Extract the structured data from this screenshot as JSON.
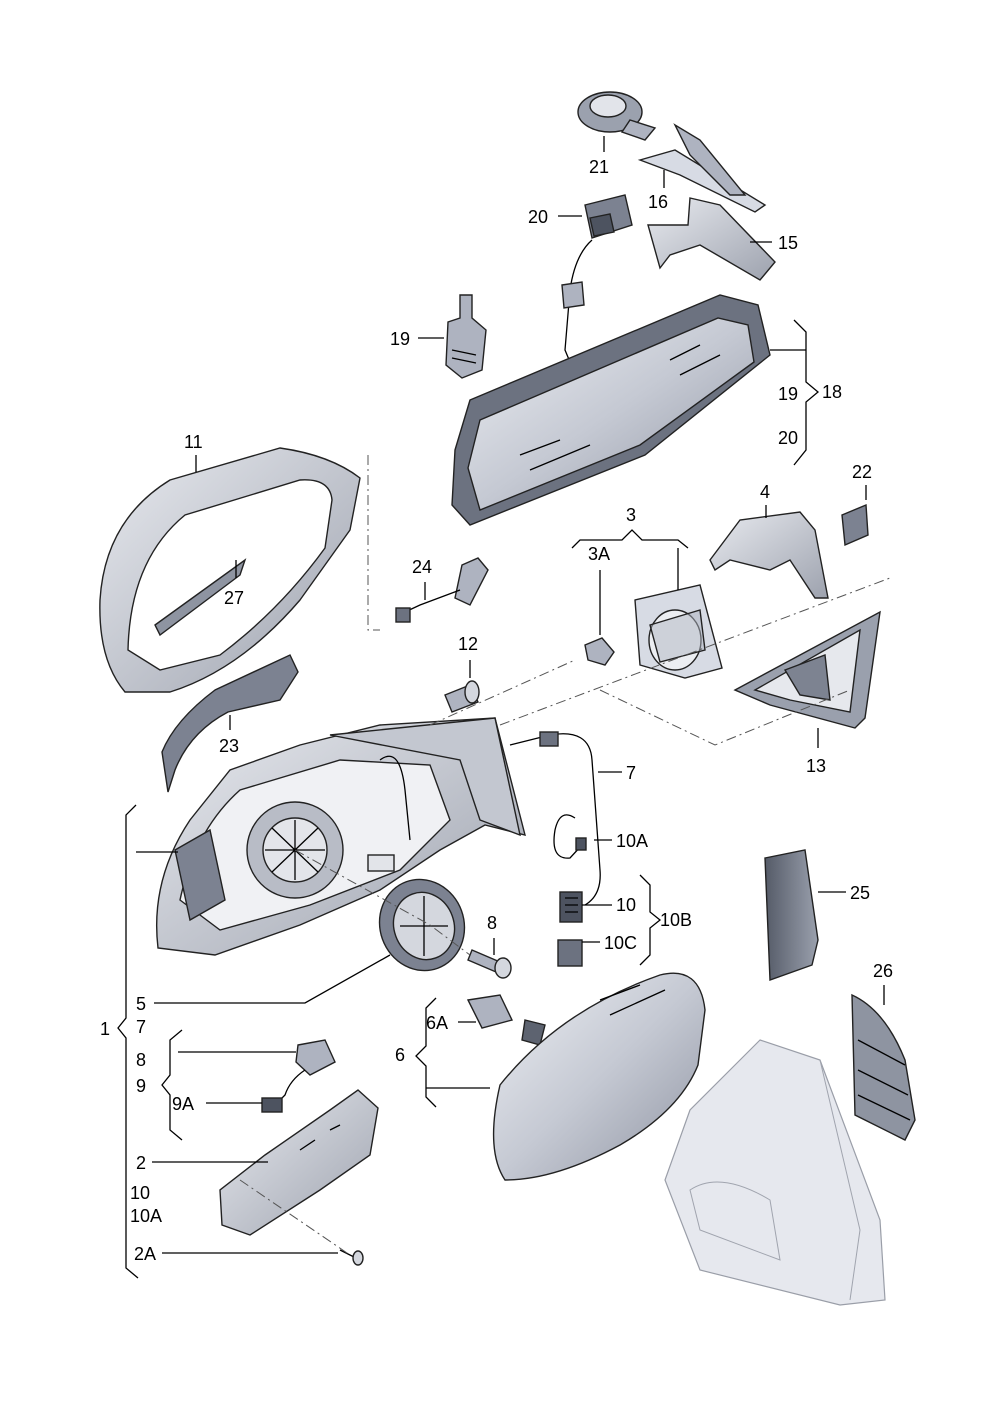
{
  "diagram": {
    "labels": {
      "p1": "1",
      "p2": "2",
      "p2A": "2A",
      "p3": "3",
      "p3A": "3A",
      "p4": "4",
      "p5": "5",
      "p6": "6",
      "p6A": "6A",
      "p7a": "7",
      "p7b": "7",
      "p8a": "8",
      "p8b": "8",
      "p9a": "9",
      "p9A": "9A",
      "p10a": "10",
      "p10b": "10",
      "p10Aa": "10A",
      "p10Ab": "10A",
      "p10B": "10B",
      "p10C": "10C",
      "p11": "11",
      "p12": "12",
      "p13": "13",
      "p15": "15",
      "p16": "16",
      "p18": "18",
      "p19a": "19",
      "p19b": "19",
      "p20a": "20",
      "p20b": "20",
      "p21": "21",
      "p22": "22",
      "p23": "23",
      "p24": "24",
      "p25": "25",
      "p26": "26",
      "p27": "27"
    }
  }
}
